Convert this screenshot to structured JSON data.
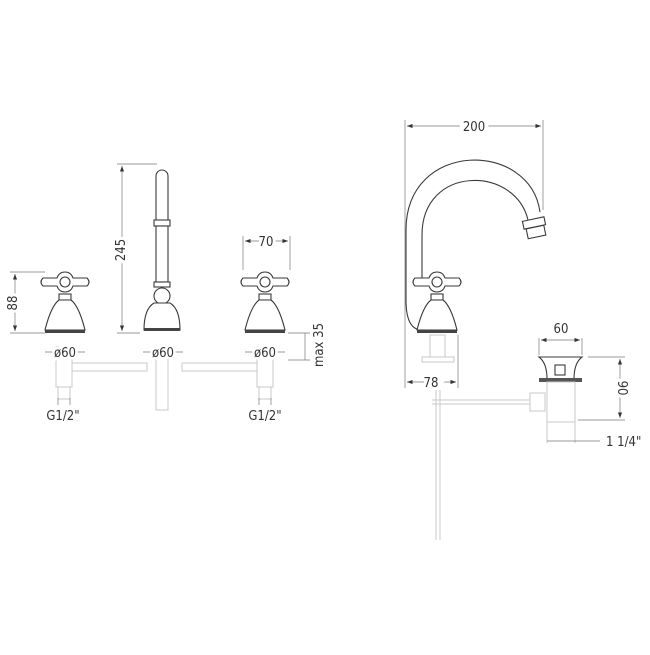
{
  "drawing": {
    "front_view": {
      "left_handle_height": "88",
      "spout_height": "245",
      "handle_width": "70",
      "left_base_diameter": "ø60",
      "center_base_diameter": "ø60",
      "right_base_diameter": "ø60",
      "max_deck_thickness": "max 35",
      "left_connection": "G1/2\"",
      "right_connection": "G1/2\""
    },
    "side_view": {
      "spout_reach": "200",
      "spout_base_offset": "78"
    },
    "waste": {
      "width": "60",
      "height": "90",
      "connection": "1 1/4\""
    }
  }
}
